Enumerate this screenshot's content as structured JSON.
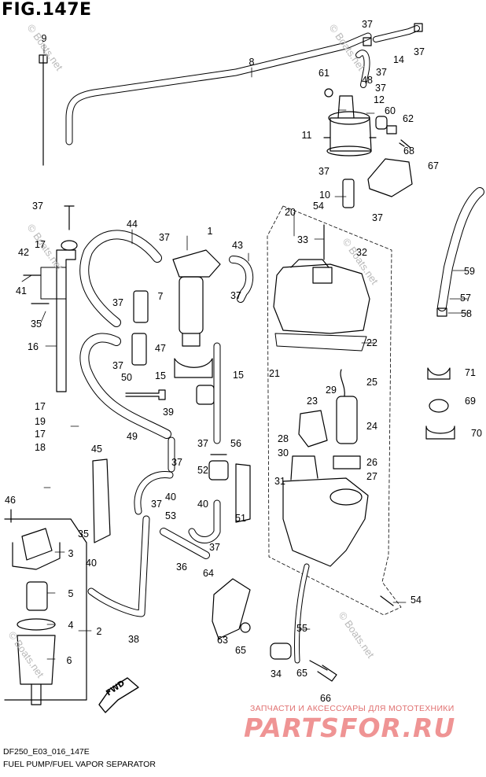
{
  "figure_title": "FIG.147E",
  "footer": {
    "code": "DF250_E03_016_147E",
    "caption": "FUEL PUMP/FUEL VAPOR SEPARATOR"
  },
  "watermarks": {
    "boats": "© Boats.net",
    "ru_subtitle": "ЗАПЧАСТИ И АКСЕССУАРЫ ДЛЯ МОТОТЕХНИКИ",
    "ru_brand": "PARTSFOR.RU"
  },
  "fwd_label": "FWD",
  "colors": {
    "line": "#000000",
    "watermark_gray": "#b9b9b9",
    "watermark_red": "#e03c3c"
  },
  "callouts": [
    {
      "id": "c9",
      "text": "9"
    },
    {
      "id": "c37a",
      "text": "37"
    },
    {
      "id": "c37b",
      "text": "37"
    },
    {
      "id": "c14",
      "text": "14"
    },
    {
      "id": "c37c",
      "text": "37"
    },
    {
      "id": "c8",
      "text": "8"
    },
    {
      "id": "c48",
      "text": "48"
    },
    {
      "id": "c61",
      "text": "61"
    },
    {
      "id": "c37d",
      "text": "37"
    },
    {
      "id": "c12",
      "text": "12"
    },
    {
      "id": "c60",
      "text": "60"
    },
    {
      "id": "c62",
      "text": "62"
    },
    {
      "id": "c11",
      "text": "11"
    },
    {
      "id": "c68",
      "text": "68"
    },
    {
      "id": "c67",
      "text": "67"
    },
    {
      "id": "c37e",
      "text": "37"
    },
    {
      "id": "c10",
      "text": "10"
    },
    {
      "id": "c54a",
      "text": "54"
    },
    {
      "id": "c37f",
      "text": "37"
    },
    {
      "id": "c37g",
      "text": "37"
    },
    {
      "id": "c20",
      "text": "20"
    },
    {
      "id": "c44",
      "text": "44"
    },
    {
      "id": "c1",
      "text": "1"
    },
    {
      "id": "c37h",
      "text": "37"
    },
    {
      "id": "c43",
      "text": "43"
    },
    {
      "id": "c33",
      "text": "33"
    },
    {
      "id": "c32",
      "text": "32"
    },
    {
      "id": "c17a",
      "text": "17"
    },
    {
      "id": "c42",
      "text": "42"
    },
    {
      "id": "c41",
      "text": "41"
    },
    {
      "id": "c35a",
      "text": "35"
    },
    {
      "id": "c37i",
      "text": "37"
    },
    {
      "id": "c7",
      "text": "7"
    },
    {
      "id": "c37j",
      "text": "37"
    },
    {
      "id": "c59",
      "text": "59"
    },
    {
      "id": "c57",
      "text": "57"
    },
    {
      "id": "c58",
      "text": "58"
    },
    {
      "id": "c16",
      "text": "16"
    },
    {
      "id": "c47",
      "text": "47"
    },
    {
      "id": "c37k",
      "text": "37"
    },
    {
      "id": "c22",
      "text": "22"
    },
    {
      "id": "c15a",
      "text": "15"
    },
    {
      "id": "c15b",
      "text": "15"
    },
    {
      "id": "c21",
      "text": "21"
    },
    {
      "id": "c25",
      "text": "25"
    },
    {
      "id": "c71",
      "text": "71"
    },
    {
      "id": "c50",
      "text": "50"
    },
    {
      "id": "c29",
      "text": "29"
    },
    {
      "id": "c17b",
      "text": "17"
    },
    {
      "id": "c39",
      "text": "39"
    },
    {
      "id": "c23",
      "text": "23"
    },
    {
      "id": "c69",
      "text": "69"
    },
    {
      "id": "c19",
      "text": "19"
    },
    {
      "id": "c24",
      "text": "24"
    },
    {
      "id": "c17c",
      "text": "17"
    },
    {
      "id": "c49",
      "text": "49"
    },
    {
      "id": "c28",
      "text": "28"
    },
    {
      "id": "c70",
      "text": "70"
    },
    {
      "id": "c37l",
      "text": "37"
    },
    {
      "id": "c56",
      "text": "56"
    },
    {
      "id": "c18",
      "text": "18"
    },
    {
      "id": "c30",
      "text": "30"
    },
    {
      "id": "c26",
      "text": "26"
    },
    {
      "id": "c45",
      "text": "45"
    },
    {
      "id": "c37m",
      "text": "37"
    },
    {
      "id": "c52",
      "text": "52"
    },
    {
      "id": "c27",
      "text": "27"
    },
    {
      "id": "c31",
      "text": "31"
    },
    {
      "id": "c40a",
      "text": "40"
    },
    {
      "id": "c37n",
      "text": "37"
    },
    {
      "id": "c40b",
      "text": "40"
    },
    {
      "id": "c46",
      "text": "46"
    },
    {
      "id": "c53",
      "text": "53"
    },
    {
      "id": "c51",
      "text": "51"
    },
    {
      "id": "c35b",
      "text": "35"
    },
    {
      "id": "c3",
      "text": "3"
    },
    {
      "id": "c37o",
      "text": "37"
    },
    {
      "id": "c40c",
      "text": "40"
    },
    {
      "id": "c36",
      "text": "36"
    },
    {
      "id": "c64",
      "text": "64"
    },
    {
      "id": "c5",
      "text": "5"
    },
    {
      "id": "c54b",
      "text": "54"
    },
    {
      "id": "c4",
      "text": "4"
    },
    {
      "id": "c2",
      "text": "2"
    },
    {
      "id": "c38",
      "text": "38"
    },
    {
      "id": "c55",
      "text": "55"
    },
    {
      "id": "c63",
      "text": "63"
    },
    {
      "id": "c65",
      "text": "65"
    },
    {
      "id": "c6",
      "text": "6"
    },
    {
      "id": "c34",
      "text": "34"
    },
    {
      "id": "c65b",
      "text": "65"
    },
    {
      "id": "c66",
      "text": "66"
    }
  ]
}
